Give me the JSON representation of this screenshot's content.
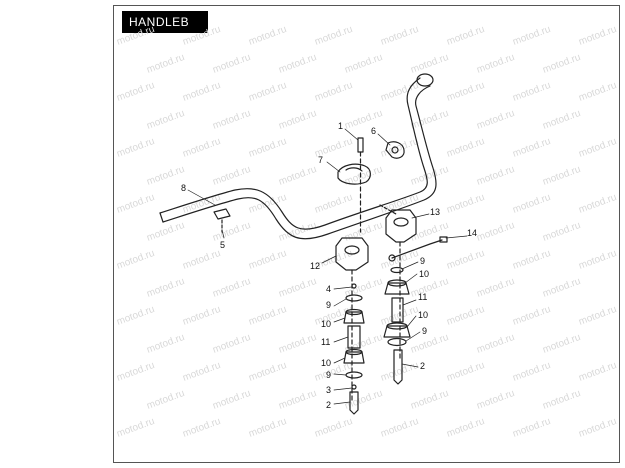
{
  "title": "HANDLEB AR",
  "watermark": "motod.ru",
  "callouts": {
    "c1": "1",
    "c6": "6",
    "c7": "7",
    "c8": "8",
    "c5": "5",
    "c13": "13",
    "c14": "14",
    "c12": "12",
    "c9a": "9",
    "c10a": "10",
    "c11a": "11",
    "c10b": "10",
    "c9b": "9",
    "c2a": "2",
    "c4": "4",
    "c9c": "9",
    "c10c": "10",
    "c11b": "11",
    "c10d": "10",
    "c9d": "9",
    "c3": "3",
    "c2b": "2"
  },
  "colors": {
    "line": "#222222",
    "watermark": "#d9d9d9",
    "title_bg": "#000000",
    "title_fg": "#ffffff"
  }
}
